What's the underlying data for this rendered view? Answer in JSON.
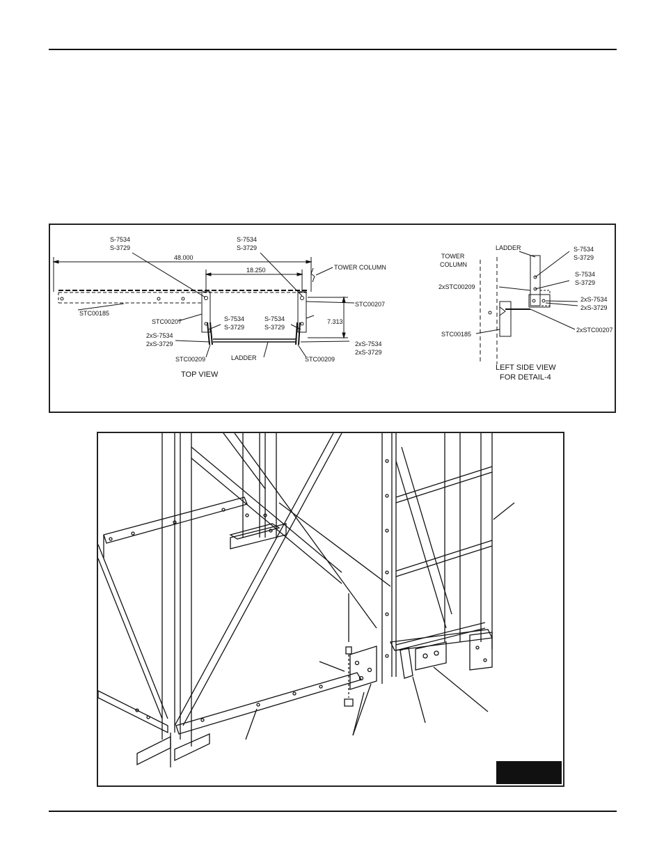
{
  "top_view": {
    "dim_width": "48.000",
    "dim_span": "18.250",
    "dim_depth": "7.313",
    "tower_column": "TOWER COLUMN",
    "left_bolt": [
      "S-7534",
      "S-3729"
    ],
    "right_bolt": [
      "S-7534",
      "S-3729"
    ],
    "stc00185": "STC00185",
    "stc00207_left": "STC00207",
    "stc00207_right": "STC00207",
    "inner_bolt_left": [
      "S-7534",
      "S-3729"
    ],
    "inner_bolt_right": [
      "S-7534",
      "S-3729"
    ],
    "double_bolt_left": [
      "2xS-7534",
      "2xS-3729"
    ],
    "double_bolt_right": [
      "2xS-7534",
      "2xS-3729"
    ],
    "stc00209_left": "STC00209",
    "stc00209_right": "STC00209",
    "ladder": "LADDER",
    "caption": "TOP VIEW"
  },
  "side_view": {
    "tower_column": [
      "TOWER",
      "COLUMN"
    ],
    "ladder": "LADDER",
    "bolt_top": [
      "S-7534",
      "S-3729"
    ],
    "bolt_mid": [
      "S-7534",
      "S-3729"
    ],
    "double_bolt": [
      "2xS-7534",
      "2xS-3729"
    ],
    "stc00209": "2xSTC00209",
    "stc00185": "STC00185",
    "stc00207": "2xSTC00207",
    "caption": [
      "LEFT SIDE VIEW",
      "FOR DETAIL-4"
    ]
  },
  "colors": {
    "line": "#111111",
    "background": "#ffffff",
    "tag": "#111111"
  }
}
